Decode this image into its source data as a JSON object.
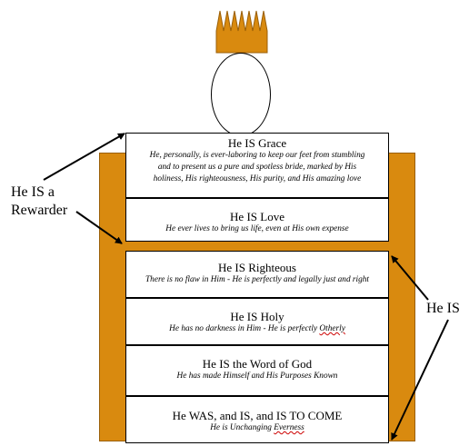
{
  "panels": [
    {
      "title": "He IS Grace",
      "lines": [
        "He, personally, is ever-laboring to keep our feet from stumbling",
        "and to present us a pure and spotless bride, marked by His",
        "holiness, His righteousness, His purity, and His amazing love"
      ]
    },
    {
      "title": "He IS Love",
      "lines": [
        "He ever lives to bring us life, even at His own expense"
      ]
    },
    {
      "title": "He IS Righteous",
      "lines": [
        "There is no flaw in Him - He is perfectly and legally just and right"
      ]
    },
    {
      "title": "He IS Holy",
      "lines": [
        "He has no darkness in Him - He is perfectly ",
        "Otherly"
      ]
    },
    {
      "title": "He IS the Word of God",
      "lines": [
        "He has made Himself and His Purposes Known"
      ]
    },
    {
      "title": "He WAS, and IS, and IS TO COME",
      "lines": [
        "He is Unchanging ",
        "Everness"
      ]
    }
  ],
  "labels": {
    "rewarder_line1": "He IS a",
    "rewarder_line2": "Rewarder",
    "he_is": "He IS"
  },
  "colors": {
    "pillar": "#d98a0f",
    "outline": "#000000"
  }
}
